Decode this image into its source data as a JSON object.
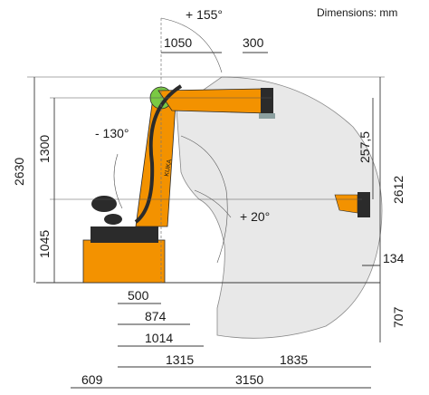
{
  "header": {
    "units_note": "Dimensions: mm"
  },
  "angles": {
    "a1_max": "+ 155°",
    "a1_min": "- 130°",
    "a3": "+ 20°"
  },
  "dims": {
    "d1050": "1050",
    "d300": "300",
    "d1300": "1300",
    "d2630": "2630",
    "d1045": "1045",
    "d257_5": "257,5",
    "d2612": "2612",
    "d134": "134",
    "d500": "500",
    "d874": "874",
    "d1014": "1014",
    "d1315": "1315",
    "d1835": "1835",
    "d707": "707",
    "d609": "609",
    "d3150": "3150"
  },
  "logo": {
    "brand": "KUKA"
  },
  "colors": {
    "robot_orange": "#f39200",
    "robot_dark": "#2b2b2b",
    "envelope_fill": "#e6e6e6",
    "dim_line": "#3a3a3a"
  }
}
